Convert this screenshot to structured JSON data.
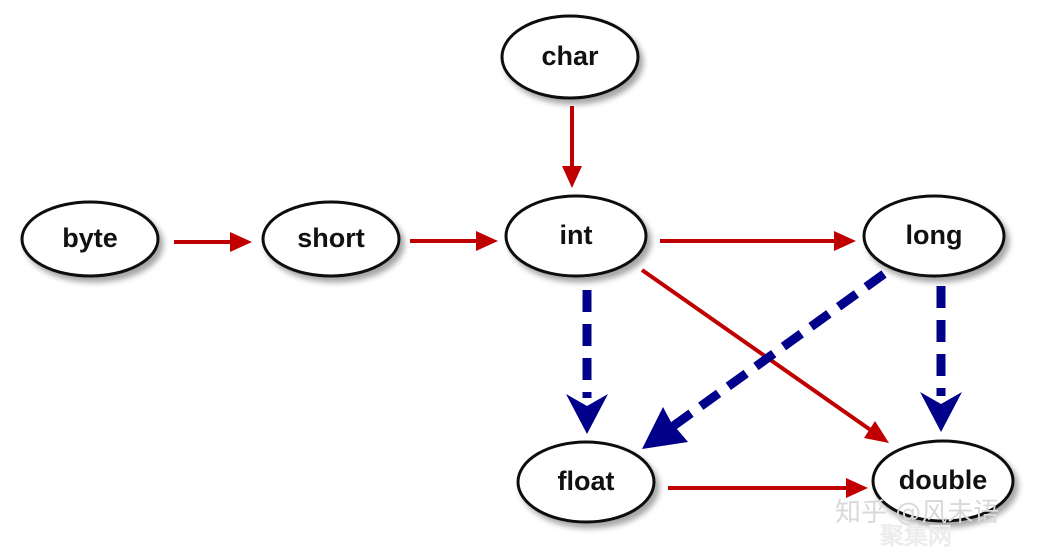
{
  "diagram": {
    "nodes": [
      {
        "id": "char",
        "label": "char"
      },
      {
        "id": "byte",
        "label": "byte"
      },
      {
        "id": "short",
        "label": "short"
      },
      {
        "id": "int",
        "label": "int"
      },
      {
        "id": "long",
        "label": "long"
      },
      {
        "id": "float",
        "label": "float"
      },
      {
        "id": "double",
        "label": "double"
      }
    ],
    "edges": [
      {
        "from": "char",
        "to": "int",
        "style": "solid"
      },
      {
        "from": "byte",
        "to": "short",
        "style": "solid"
      },
      {
        "from": "short",
        "to": "int",
        "style": "solid"
      },
      {
        "from": "int",
        "to": "long",
        "style": "solid"
      },
      {
        "from": "int",
        "to": "double",
        "style": "solid"
      },
      {
        "from": "float",
        "to": "double",
        "style": "solid"
      },
      {
        "from": "int",
        "to": "float",
        "style": "dashed"
      },
      {
        "from": "long",
        "to": "float",
        "style": "dashed"
      },
      {
        "from": "long",
        "to": "double",
        "style": "dashed"
      }
    ],
    "colors": {
      "solid_arrow": "#c00000",
      "dashed_arrow": "#00008b",
      "node_fill": "#ffffff",
      "node_stroke": "#111111"
    }
  },
  "watermark": {
    "line1": "知乎 @风未语",
    "line2": "聚集网"
  }
}
